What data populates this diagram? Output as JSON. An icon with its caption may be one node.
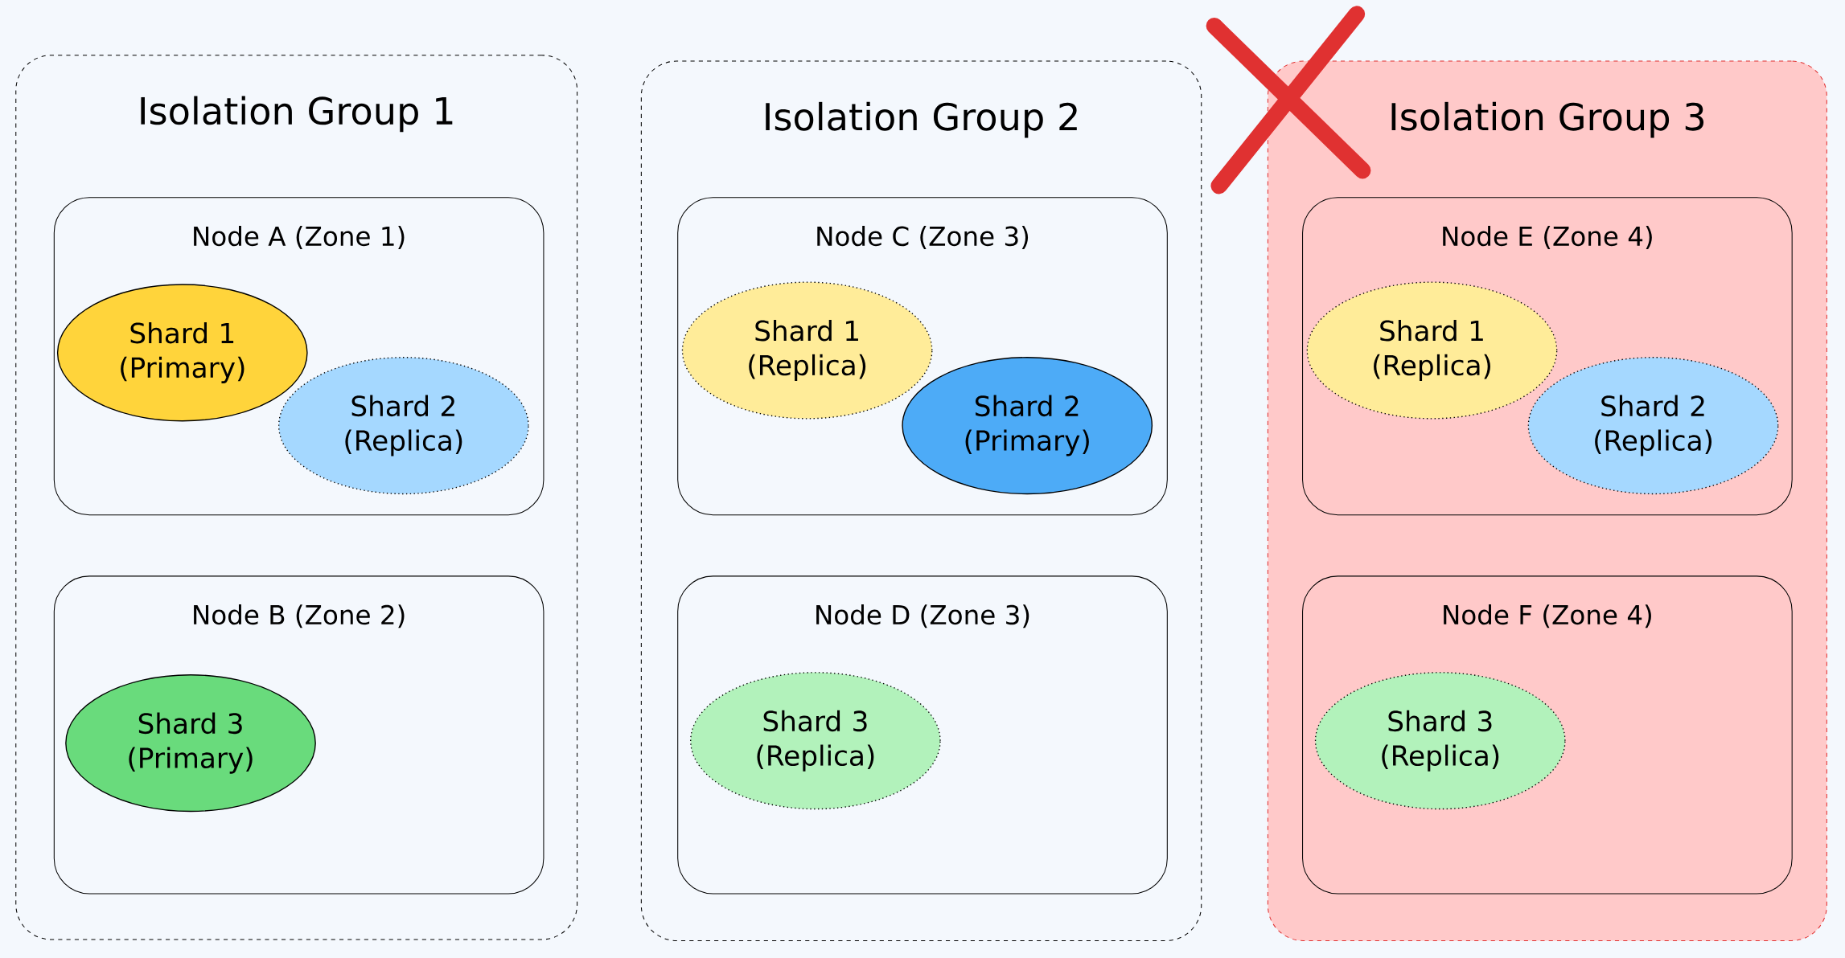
{
  "diagram": {
    "nodes": [
      {
        "text": [
          "Isolation Group 1"
        ]
      },
      {
        "text": [
          "Node A (Zone 1)"
        ],
        "in": 0
      },
      {
        "text": [
          "Shard 1 (Primary)"
        ],
        "in": 1
      },
      {
        "text": [
          "Shard 2 (Replica)"
        ],
        "in": 1
      },
      {
        "text": [
          "Node B (Zone 2)"
        ],
        "in": 0
      },
      {
        "text": [
          "Shard 3 (Primary)"
        ],
        "in": 4
      },
      {
        "text": [
          "Isolation Group 2"
        ]
      },
      {
        "text": [
          "Node C (Zone 3)"
        ],
        "in": 6
      },
      {
        "text": [
          "Shard 1 (Replica)"
        ],
        "in": 7
      },
      {
        "text": [
          "Shard 2 (Primary)"
        ],
        "in": 7
      },
      {
        "text": [
          "Node D (Zone 3)"
        ],
        "in": 6
      },
      {
        "text": [
          "Shard 3 (Replica)"
        ],
        "in": 10
      },
      {
        "text": [
          "Isolation Group 3"
        ]
      },
      {
        "text": [
          "Node E (Zone 4)"
        ],
        "in": 12
      },
      {
        "text": [
          "Shard 1 (Replica)"
        ],
        "in": 13
      },
      {
        "text": [
          "Shard 2 (Replica)"
        ],
        "in": 13
      },
      {
        "text": [
          "Node F (Zone 4)"
        ],
        "in": 12
      },
      {
        "text": [
          "Shard 3 (Replica)"
        ],
        "in": 16
      }
    ]
  }
}
